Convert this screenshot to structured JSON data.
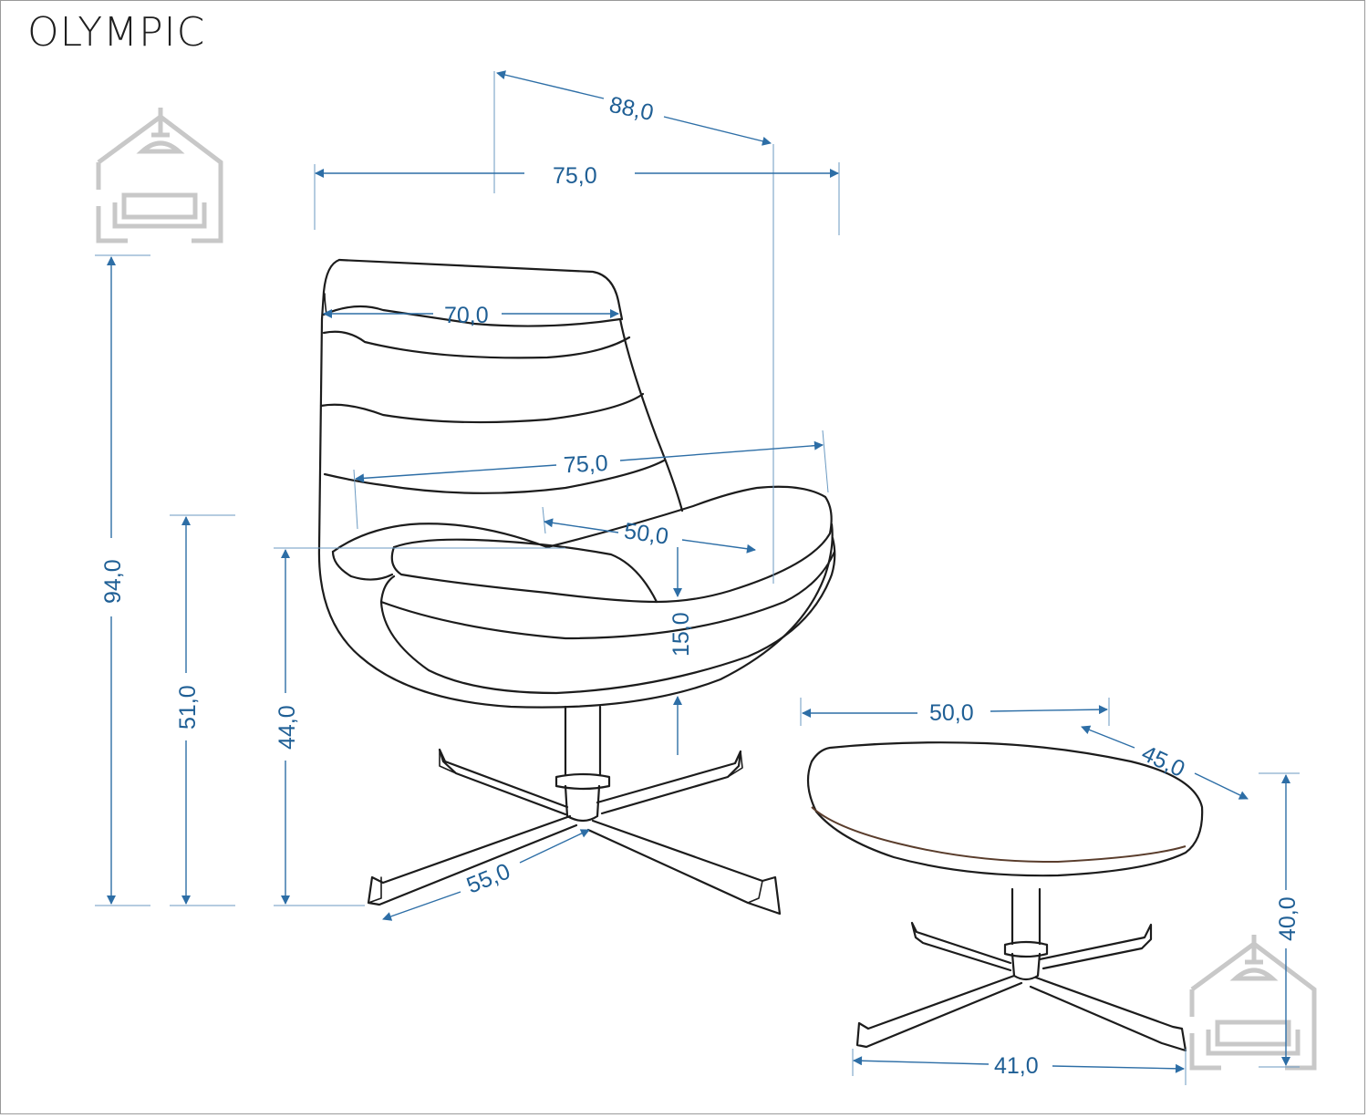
{
  "title": "OLYMPIC",
  "dimensions": {
    "chair_depth_diagonal": "88,0",
    "chair_width_overall": "75,0",
    "backrest_width": "70,0",
    "seat_width": "75,0",
    "seat_depth": "50,0",
    "cushion_thickness": "15,0",
    "total_height": "94,0",
    "armrest_height": "51,0",
    "seat_height": "44,0",
    "base_diameter": "55,0",
    "ottoman_width": "50,0",
    "ottoman_depth": "45,0",
    "ottoman_height": "40,0",
    "ottoman_base": "41,0"
  },
  "colors": {
    "dimension": "#2d6ea6",
    "outline": "#1c1c1c",
    "logo": "#c8c8c8"
  },
  "icons": [
    "home-sofa-logo-icon",
    "home-sofa-logo-icon"
  ]
}
